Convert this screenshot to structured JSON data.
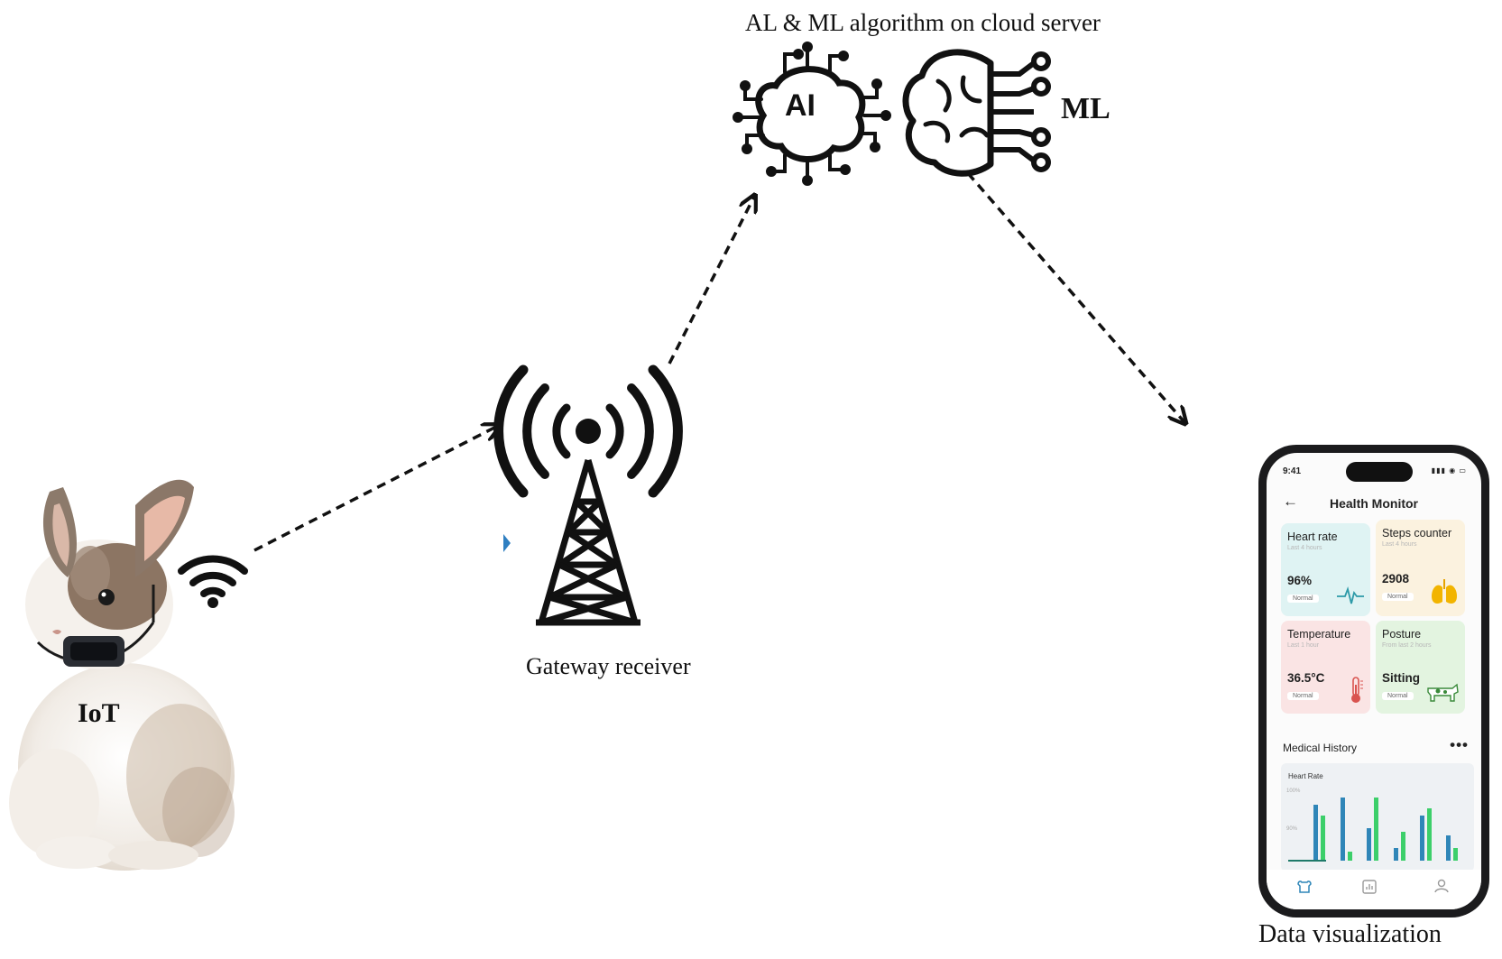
{
  "nodes": {
    "iot": "IoT",
    "gateway": "Gateway receiver",
    "cloud": "AL & ML algorithm on cloud server",
    "ai_badge": "AI",
    "ml_badge": "ML",
    "visualization": "Data visualization"
  },
  "phone": {
    "status_time": "9:41",
    "status_icons": "▮▮▮ ◉ ▭",
    "back_icon": "←",
    "title": "Health Monitor",
    "cards": [
      {
        "title": "Heart rate",
        "sub": "Last 4 hours",
        "value": "96%",
        "status": "Normal",
        "icon": "heartbeat-icon",
        "bg": "#dff3f3"
      },
      {
        "title": "Steps counter",
        "sub": "Last 4 hours",
        "value": "2908",
        "status": "Normal",
        "icon": "lungs-icon",
        "bg": "#fbf2df"
      },
      {
        "title": "Temperature",
        "sub": "Last 1 hour",
        "value": "36.5°C",
        "status": "Normal",
        "icon": "thermometer-icon",
        "bg": "#fae4e4"
      },
      {
        "title": "Posture",
        "sub": "From last 2 hours",
        "value": "Sitting",
        "status": "Normal",
        "icon": "cow-icon",
        "bg": "#e3f4e0"
      }
    ],
    "medical_history": "Medical History",
    "more": "•••",
    "chart_title": "Heart Rate",
    "tick_top": "100%",
    "tick_mid": "90%"
  },
  "colors": {
    "bar_blue": "#2f86b8",
    "bar_green": "#3ccf6a",
    "arrow": "#111111"
  }
}
